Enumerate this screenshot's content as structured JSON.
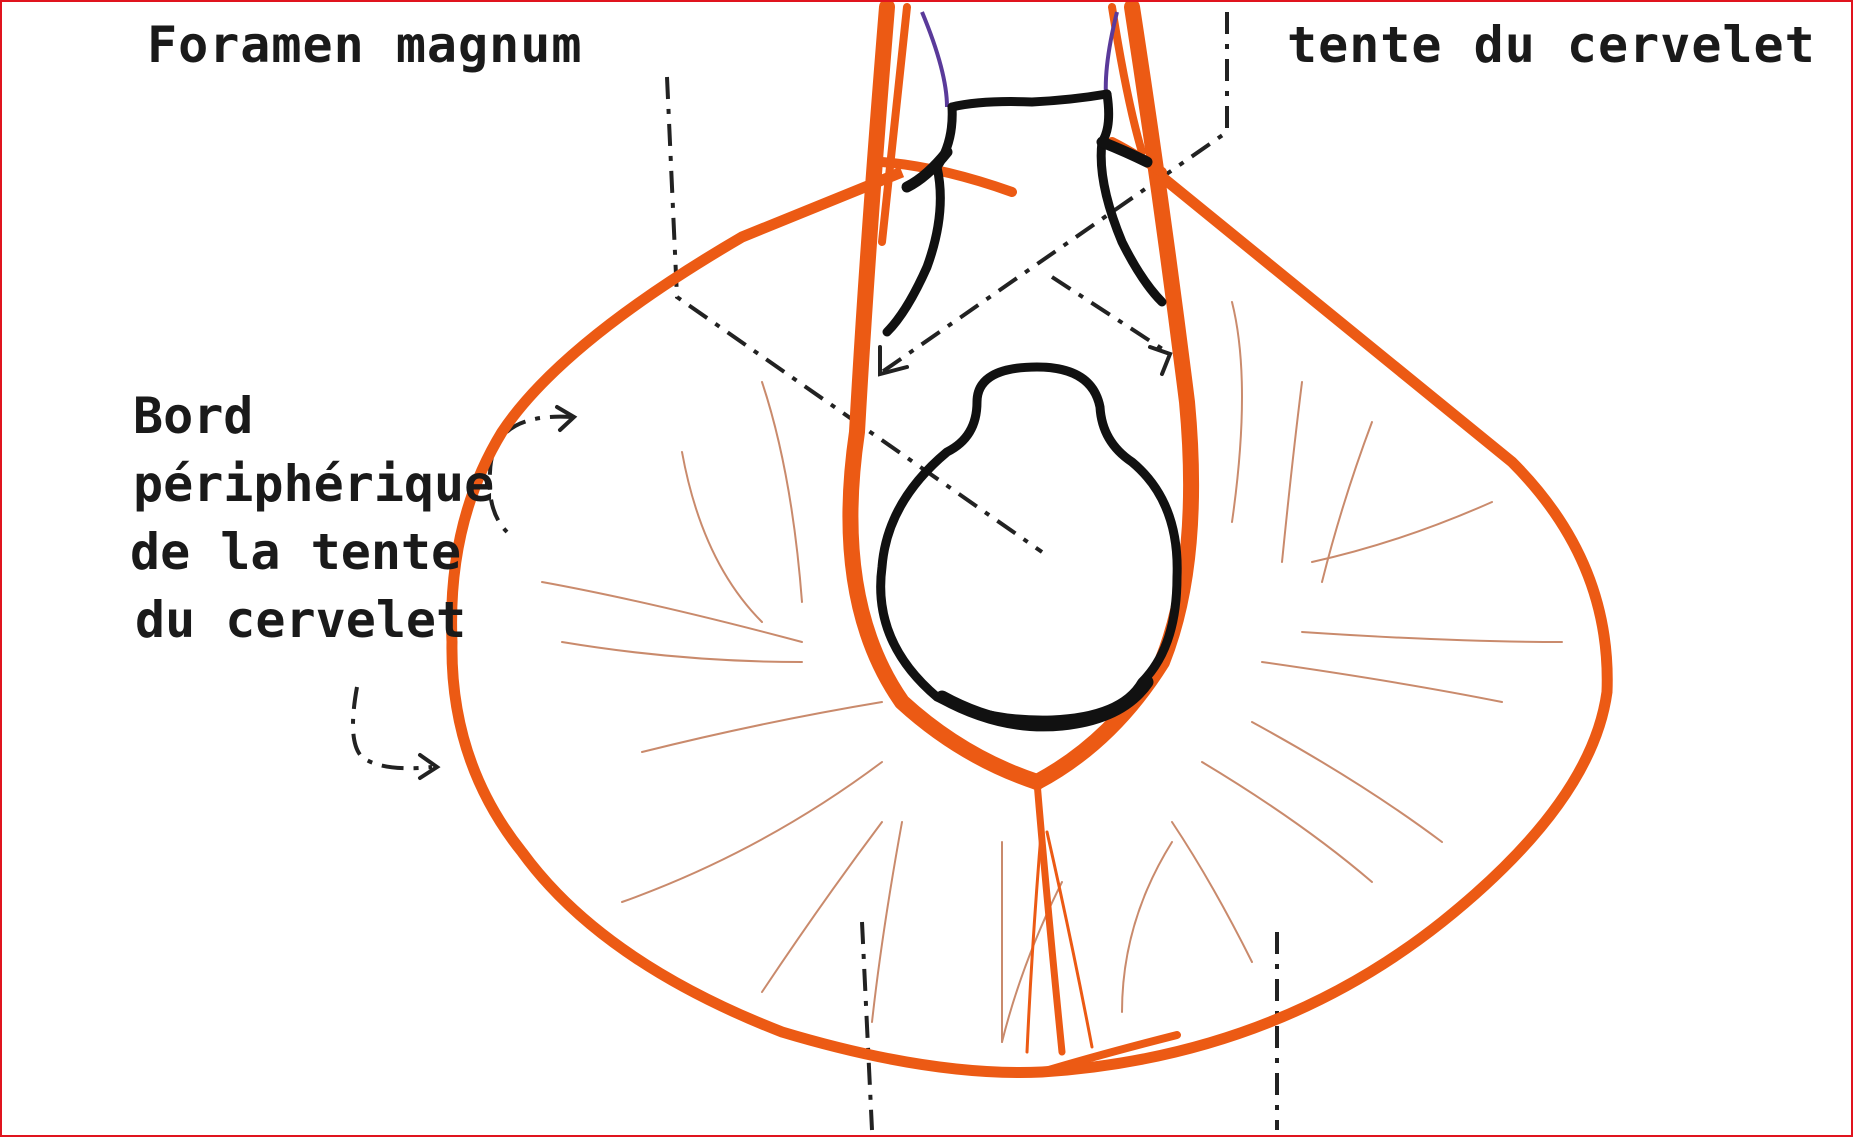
{
  "labels": {
    "foramen_magnum": "Foramen magnum",
    "tente_du_cervelet": "tente du cervelet",
    "bord_line1": "Bord",
    "bord_line2": "périphérique",
    "bord_line3": "de la tente",
    "bord_line4": "du cervelet"
  },
  "colors": {
    "border": "#e0141e",
    "vessel": "#ec5a14",
    "outline": "#111111",
    "nerve": "#5a3a9a",
    "fiber": "#b8643c"
  }
}
